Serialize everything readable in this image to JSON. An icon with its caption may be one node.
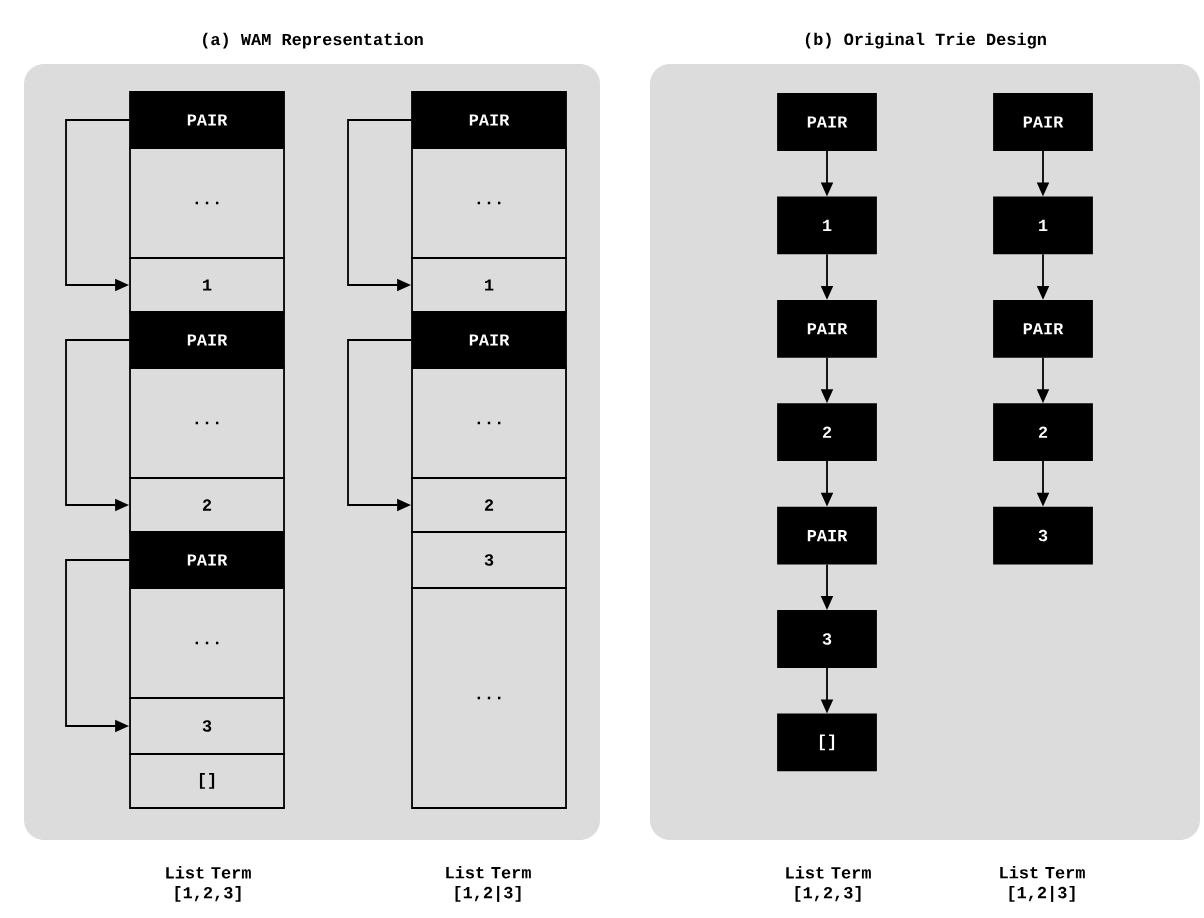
{
  "diagram": {
    "nodes": [
      {
        "text": [
          "(a) WAM Representation"
        ]
      },
      {
        "text": [
          "PAIR"
        ],
        "in": 0
      },
      {
        "text": [
          "..."
        ],
        "in": 0
      },
      {
        "text": [
          "1"
        ],
        "in": 0
      },
      {
        "text": [
          "PAIR"
        ],
        "in": 0
      },
      {
        "text": [
          "..."
        ],
        "in": 0
      },
      {
        "text": [
          "2"
        ],
        "in": 0
      },
      {
        "text": [
          "PAIR"
        ],
        "in": 0
      },
      {
        "text": [
          "..."
        ],
        "in": 0
      },
      {
        "text": [
          "3"
        ],
        "in": 0
      },
      {
        "text": [
          "[]"
        ],
        "in": 0
      },
      {
        "text": [
          "PAIR"
        ],
        "in": 0
      },
      {
        "text": [
          "..."
        ],
        "in": 0
      },
      {
        "text": [
          "1"
        ],
        "in": 0
      },
      {
        "text": [
          "PAIR"
        ],
        "in": 0
      },
      {
        "text": [
          "..."
        ],
        "in": 0
      },
      {
        "text": [
          "2"
        ],
        "in": 0
      },
      {
        "text": [
          "3"
        ],
        "in": 0
      },
      {
        "text": [
          "..."
        ],
        "in": 0
      },
      {
        "text": [
          "(b) Original Trie Design"
        ]
      },
      {
        "text": [
          "PAIR"
        ],
        "in": 19
      },
      {
        "text": [
          "1"
        ],
        "in": 19
      },
      {
        "text": [
          "PAIR"
        ],
        "in": 19
      },
      {
        "text": [
          "2"
        ],
        "in": 19
      },
      {
        "text": [
          "PAIR"
        ],
        "in": 19
      },
      {
        "text": [
          "3"
        ],
        "in": 19
      },
      {
        "text": [
          "[]"
        ],
        "in": 19
      },
      {
        "text": [
          "PAIR"
        ],
        "in": 19
      },
      {
        "text": [
          "1"
        ],
        "in": 19
      },
      {
        "text": [
          "PAIR"
        ],
        "in": 19
      },
      {
        "text": [
          "2"
        ],
        "in": 19
      },
      {
        "text": [
          "3"
        ],
        "in": 19
      }
    ],
    "edges": [
      {
        "from": 1,
        "to": 3,
        "arrow": "to"
      },
      {
        "from": 4,
        "to": 6,
        "arrow": "to"
      },
      {
        "from": 7,
        "to": 9,
        "arrow": "to"
      },
      {
        "from": 11,
        "to": 13,
        "arrow": "to"
      },
      {
        "from": 14,
        "to": 16,
        "arrow": "to"
      },
      {
        "from": 20,
        "to": 21,
        "arrow": "to"
      },
      {
        "from": 21,
        "to": 22,
        "arrow": "to"
      },
      {
        "from": 22,
        "to": 23,
        "arrow": "to"
      },
      {
        "from": 23,
        "to": 24,
        "arrow": "to"
      },
      {
        "from": 24,
        "to": 25,
        "arrow": "to"
      },
      {
        "from": 25,
        "to": 26,
        "arrow": "to"
      },
      {
        "from": 27,
        "to": 28,
        "arrow": "to"
      },
      {
        "from": 28,
        "to": 29,
        "arrow": "to"
      },
      {
        "from": 29,
        "to": 30,
        "arrow": "to"
      },
      {
        "from": 30,
        "to": 31,
        "arrow": "to"
      }
    ],
    "labels": [
      "List Term [1,2,3]",
      "List Term [1,2|3]",
      "List Term [1,2,3]",
      "List Term [1,2|3]"
    ]
  }
}
